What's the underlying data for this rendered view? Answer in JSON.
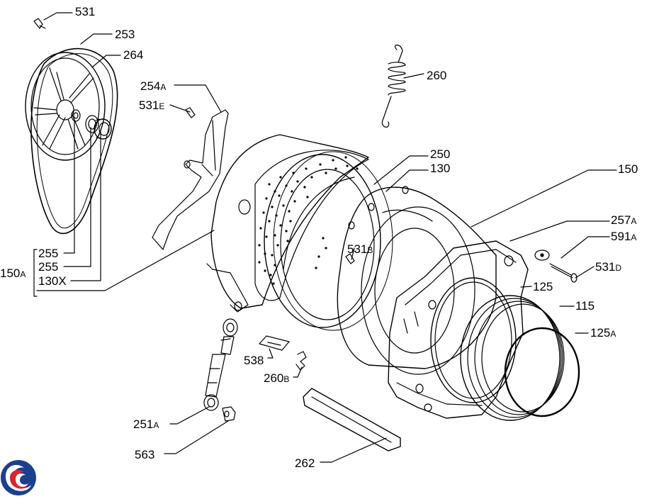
{
  "labels": {
    "p531": "531",
    "p253": "253",
    "p264": "264",
    "p254a": {
      "num": "254",
      "suf": "A"
    },
    "p531e": {
      "num": "531",
      "suf": "E"
    },
    "p260": "260",
    "p250": "250",
    "p130": "130",
    "p150": "150",
    "p257a": {
      "num": "257",
      "suf": "A"
    },
    "p591a": {
      "num": "591",
      "suf": "A"
    },
    "p531b": {
      "num": "531",
      "suf": "B"
    },
    "p531d": {
      "num": "531",
      "suf": "D"
    },
    "p125": "125",
    "p115": "115",
    "p125a": {
      "num": "125",
      "suf": "A"
    },
    "p150a": {
      "num": "150",
      "suf": "A"
    },
    "p255a": "255",
    "p255b": "255",
    "p130x": "130X",
    "p538": "538",
    "p260b": {
      "num": "260",
      "suf": "B"
    },
    "p251a": {
      "num": "251",
      "suf": "A"
    },
    "p563": "563",
    "p262": "262"
  },
  "colors": {
    "line": "#000000",
    "logo_blue": "#1d3f8f",
    "logo_red": "#d7262f"
  },
  "logo": {
    "icon": "brand-swirl-icon"
  }
}
